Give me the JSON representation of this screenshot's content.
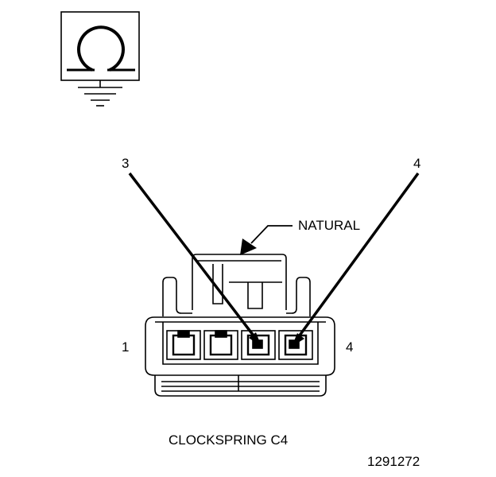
{
  "labels": {
    "callout_pin_left": "3",
    "callout_pin_right": "4",
    "housing_color": "NATURAL",
    "side_pin_left": "1",
    "side_pin_right": "4"
  },
  "caption": "CLOCKSPRING C4",
  "figure_number": "1291272",
  "icons": {
    "meter": "ohmmeter-icon",
    "ground": "ground-icon"
  },
  "colors": {
    "ink": "#000000",
    "background": "#ffffff"
  }
}
